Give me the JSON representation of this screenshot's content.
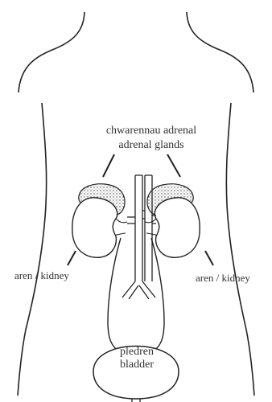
{
  "labels": {
    "adrenal_welsh": "chwarennau adrenal",
    "adrenal_english": "adrenal glands",
    "kidney_left": "aren /  kidney",
    "kidney_right": "aren /  kidney",
    "bladder_welsh": "pledren",
    "bladder_english": "bladder"
  }
}
